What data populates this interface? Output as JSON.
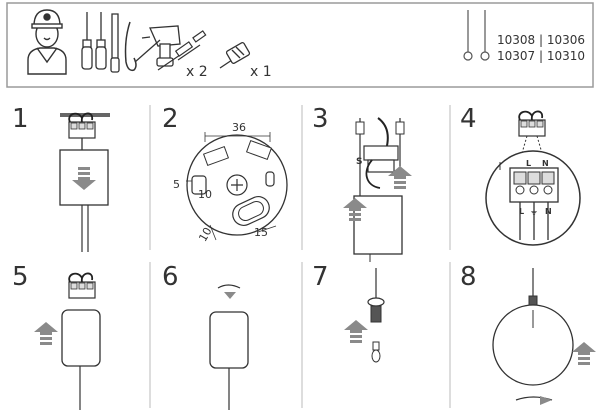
{
  "header": {
    "tool_counts": {
      "screwdriver_plugs": "x 2",
      "connector": "x 1"
    },
    "model_codes": {
      "top": "10308 | 10306",
      "bottom": "10307 | 10310"
    }
  },
  "steps": [
    {
      "number": "1"
    },
    {
      "number": "2",
      "dimensions": {
        "width": "36",
        "offset": "5",
        "slot": "10",
        "edge": "10",
        "hole": "15"
      }
    },
    {
      "number": "3",
      "wire_label": "S"
    },
    {
      "number": "4",
      "terminals": [
        "L",
        "N"
      ],
      "terminals_bottom": [
        "L",
        "⏚",
        "N"
      ]
    },
    {
      "number": "5"
    },
    {
      "number": "6"
    },
    {
      "number": "7"
    },
    {
      "number": "8"
    }
  ],
  "colors": {
    "line": "#3a3a3a",
    "arrow": "#8a8a8a",
    "box_border": "#9a9a9a"
  }
}
